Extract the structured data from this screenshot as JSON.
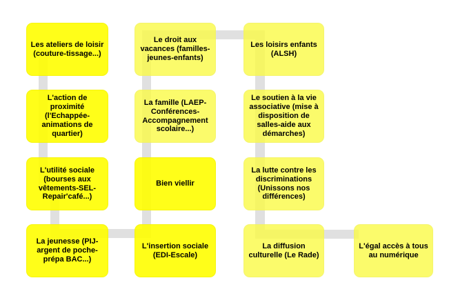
{
  "diagram": {
    "kind": "serpentine-process-diagram",
    "background": "#FFFFFF",
    "palette": {
      "bright_yellow": "#FFFF00",
      "light_yellow": "#FBFB6B",
      "connector_gray": "#E0E0E0",
      "text_color": "#000000"
    },
    "nodes": [
      {
        "id": "ateliers-loisir",
        "row": 1,
        "col": 1,
        "tone": "bright",
        "label": "Les ateliers de loisir (couture-tissage...)"
      },
      {
        "id": "droit-vacances",
        "row": 1,
        "col": 2,
        "tone": "light",
        "label": "Le droit aux vacances (familles-jeunes-enfants)"
      },
      {
        "id": "loisirs-enfants",
        "row": 1,
        "col": 3,
        "tone": "light",
        "label": "Les loisirs enfants (ALSH)"
      },
      {
        "id": "action-proximite",
        "row": 2,
        "col": 1,
        "tone": "bright",
        "label": "L'action de proximité (l'Echappée-animations de quartier)"
      },
      {
        "id": "famille",
        "row": 2,
        "col": 2,
        "tone": "light",
        "label": "La famille (LAEP-Conférences-Accompagnement scolaire...)"
      },
      {
        "id": "soutien-vie-associative",
        "row": 2,
        "col": 3,
        "tone": "light",
        "label": "Le soutien à la vie associative (mise à disposition de salles-aide aux démarches)"
      },
      {
        "id": "utilite-sociale",
        "row": 3,
        "col": 1,
        "tone": "bright",
        "label": "L'utilité sociale (bourses aux vêtements-SEL-Repair'café...)"
      },
      {
        "id": "bien-viellir",
        "row": 3,
        "col": 2,
        "tone": "bright",
        "label": "Bien viellir"
      },
      {
        "id": "lutte-discriminations",
        "row": 3,
        "col": 3,
        "tone": "light",
        "label": "La lutte contre les discriminations (Unissons nos différences)"
      },
      {
        "id": "jeunesse",
        "row": 4,
        "col": 1,
        "tone": "bright",
        "label": "La jeunesse (PIJ-argent de poche-prépa BAC...)"
      },
      {
        "id": "insertion-sociale",
        "row": 4,
        "col": 2,
        "tone": "bright",
        "label": "L'insertion sociale (EDI-Escale)"
      },
      {
        "id": "diffusion-culturelle",
        "row": 4,
        "col": 3,
        "tone": "light",
        "label": "La diffusion culturelle (Le Rade)"
      },
      {
        "id": "egal-acces-numerique",
        "row": 4,
        "col": 4,
        "tone": "light",
        "label": "L'égal accès à tous au numérique"
      }
    ]
  }
}
